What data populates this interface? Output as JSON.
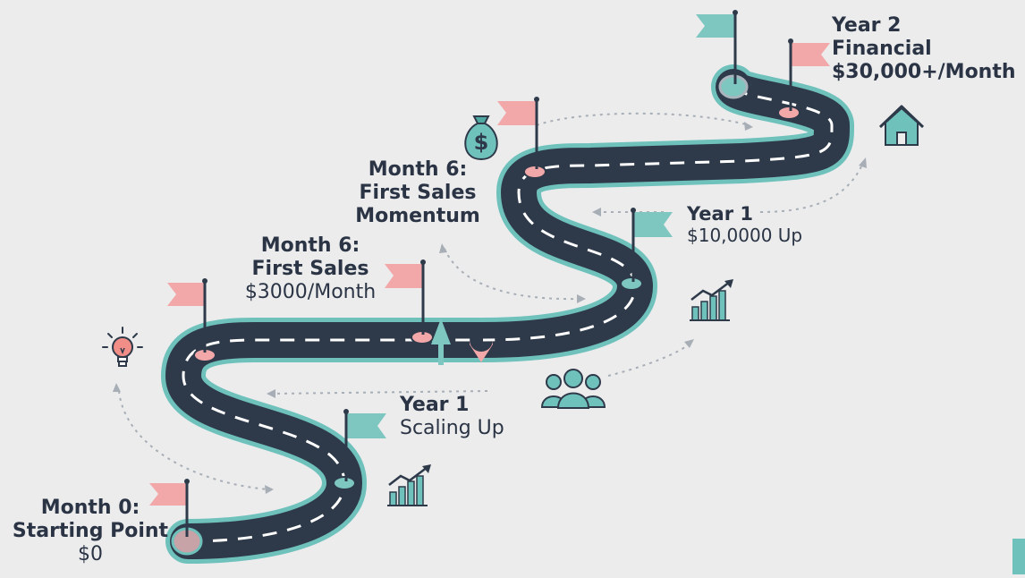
{
  "milestones": [
    {
      "id": "month0",
      "lines": [
        "Month 0:",
        "Starting Point",
        "$0"
      ]
    },
    {
      "id": "year1-scaling",
      "lines": [
        "Year 1",
        "Scaling Up"
      ]
    },
    {
      "id": "month6-sales",
      "lines": [
        "Month 6:",
        "First Sales",
        "$3000/Month"
      ]
    },
    {
      "id": "month6-momentum",
      "lines": [
        "Month 6:",
        "First Sales",
        "Momentum"
      ]
    },
    {
      "id": "year1-up",
      "lines": [
        "Year 1",
        "$10,0000 Up"
      ]
    },
    {
      "id": "year2-financial",
      "lines": [
        "Year 2",
        "Financial",
        "$30,000+/Month"
      ]
    }
  ],
  "icons": [
    "lightbulb-icon",
    "money-bag-icon",
    "house-icon",
    "growth-chart-icon",
    "team-icon"
  ],
  "colors": {
    "background": "#ececed",
    "road": "#2e3a4a",
    "road_edge": "#6fc1bc",
    "lane": "#ffffff",
    "flag_pink": "#f2a7a8",
    "flag_teal": "#7ec7c1",
    "text": "#2a3444",
    "icon_teal": "#4fa8a2",
    "bulb": "#f08e87",
    "dotted": "#a8aeb6"
  },
  "money_symbol": "$"
}
